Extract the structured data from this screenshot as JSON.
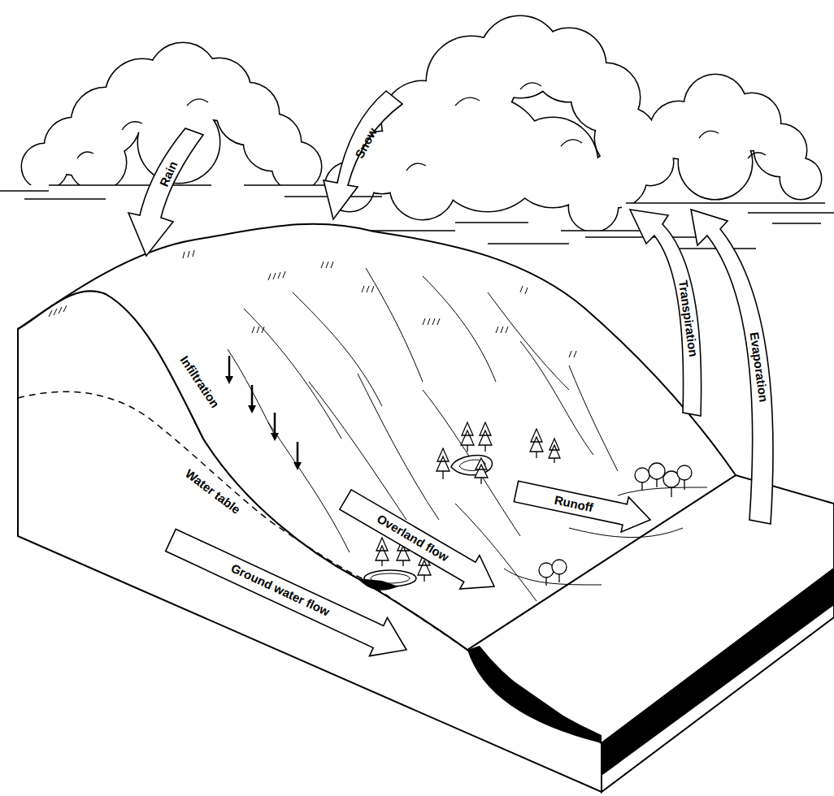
{
  "diagram": {
    "labels": [
      "Rain",
      "Snow",
      "Transpiration",
      "Evaporation",
      "Infiltration",
      "Water table",
      "Overland flow",
      "Runoff",
      "Ground water flow"
    ]
  }
}
